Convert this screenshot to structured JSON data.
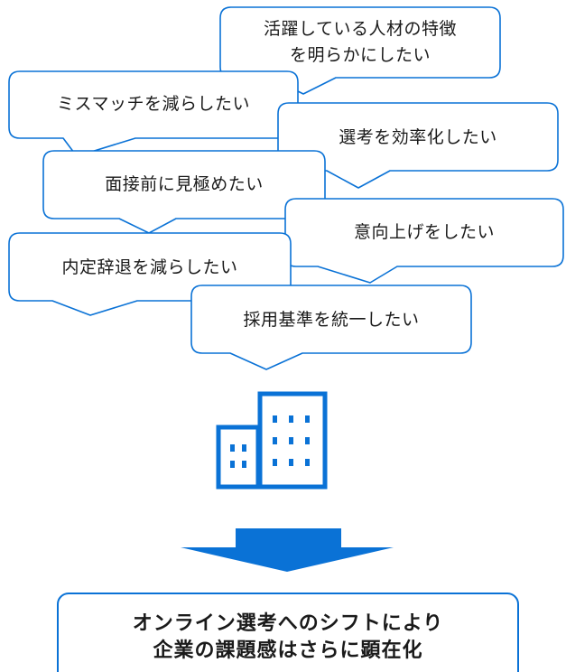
{
  "colors": {
    "stroke": "#0a72d6",
    "arrow": "#0a72d6",
    "bubble_fill": "#ffffff",
    "text": "#1a1a1a"
  },
  "bubbles": [
    {
      "id": "features",
      "lines": [
        "活躍している人材の特徴",
        "を明らかにしたい"
      ]
    },
    {
      "id": "mismatch",
      "lines": [
        "ミスマッチを減らしたい"
      ]
    },
    {
      "id": "efficiency",
      "lines": [
        "選考を効率化したい"
      ]
    },
    {
      "id": "pre-interview",
      "lines": [
        "面接前に見極めたい"
      ]
    },
    {
      "id": "motivation",
      "lines": [
        "意向上げをしたい"
      ]
    },
    {
      "id": "withdrawal",
      "lines": [
        "内定辞退を減らしたい"
      ]
    },
    {
      "id": "criteria",
      "lines": [
        "採用基準を統一したい"
      ]
    }
  ],
  "icon": "office-building-icon",
  "conclusion": {
    "line1": "オンライン選考へのシフトにより",
    "line2": "企業の課題感はさらに顕在化"
  }
}
